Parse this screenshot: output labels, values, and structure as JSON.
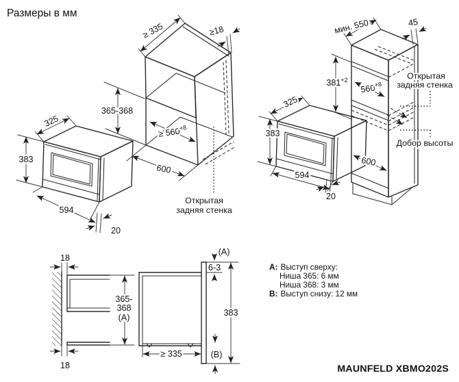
{
  "title": "Размеры в мм",
  "model": "MAUNFELD XBMO202S",
  "microwave": {
    "depth": "325",
    "height": "383",
    "width": "594",
    "frame": "20"
  },
  "niche_cabinet": {
    "min_depth": "≥ 335",
    "panel": "≥18",
    "niche_height": "365-368",
    "niche_width_base": "≥ 560",
    "niche_width_sup": "+8",
    "outer_width": "600",
    "open_back_1": "Открытая",
    "open_back_2": "задняя стенка"
  },
  "tall_cabinet": {
    "min_depth": "мин. 550",
    "top_gap": "45",
    "opening_base": "381",
    "opening_sup": "+2",
    "width_base": "560",
    "width_sup": "+8",
    "outer_width": "600",
    "mw_depth": "325",
    "mw_height": "383",
    "mw_width": "594",
    "mw_frame": "20",
    "open_back_1": "Открытая",
    "open_back_2": "задняя стенка",
    "filler": "Добор высоты"
  },
  "side_section": {
    "gap_top": "18",
    "gap_bottom": "18",
    "niche_h_1": "365-",
    "niche_h_2": "368",
    "niche_h_3": "(A)",
    "label_a": "(A)",
    "top_protrusion": "6-3",
    "front_height": "383",
    "min_depth": "≥ 335",
    "label_b": "(B)"
  },
  "legend": {
    "a_key": "A:",
    "a_title": "Выступ сверху:",
    "a_row1": "Ниша 365: 6 мм",
    "a_row2": "Ниша 368: 3 мм",
    "b_key": "B:",
    "b_title": "Выступ снизу: 12 мм"
  }
}
